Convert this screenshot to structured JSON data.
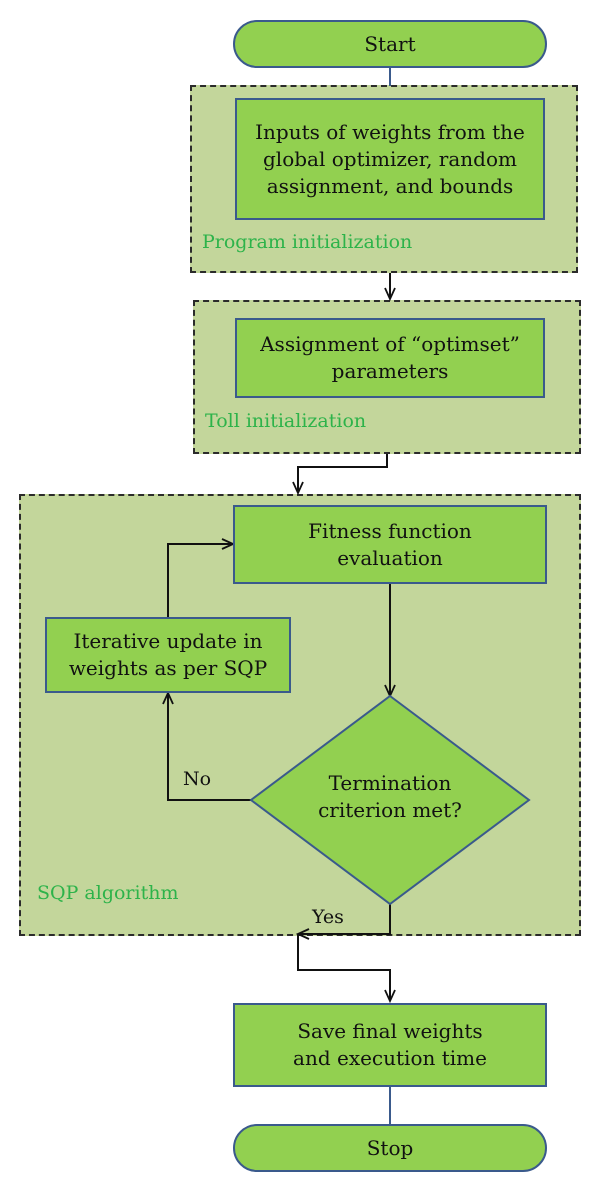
{
  "diagram": {
    "start_label": "Start",
    "stop_label": "Stop",
    "regions": {
      "program_init": "Program initialization",
      "toll_init": "Toll initialization",
      "sqp": "SQP algorithm"
    },
    "nodes": {
      "inputs": "Inputs of weights from the global optimizer, random assignment, and bounds",
      "optimset": "Assignment of “optimset” parameters",
      "fitness": "Fitness function evaluation",
      "iterative": "Iterative update in weights as per SQP",
      "termination": "Termination criterion met?",
      "save": "Save final weights and execution time"
    },
    "edge_labels": {
      "no": "No",
      "yes": "Yes"
    },
    "colors": {
      "node_fill": "#92d050",
      "node_border": "#3a5a8c",
      "region_fill": "#c3d69b",
      "region_label": "#2db34a"
    }
  }
}
